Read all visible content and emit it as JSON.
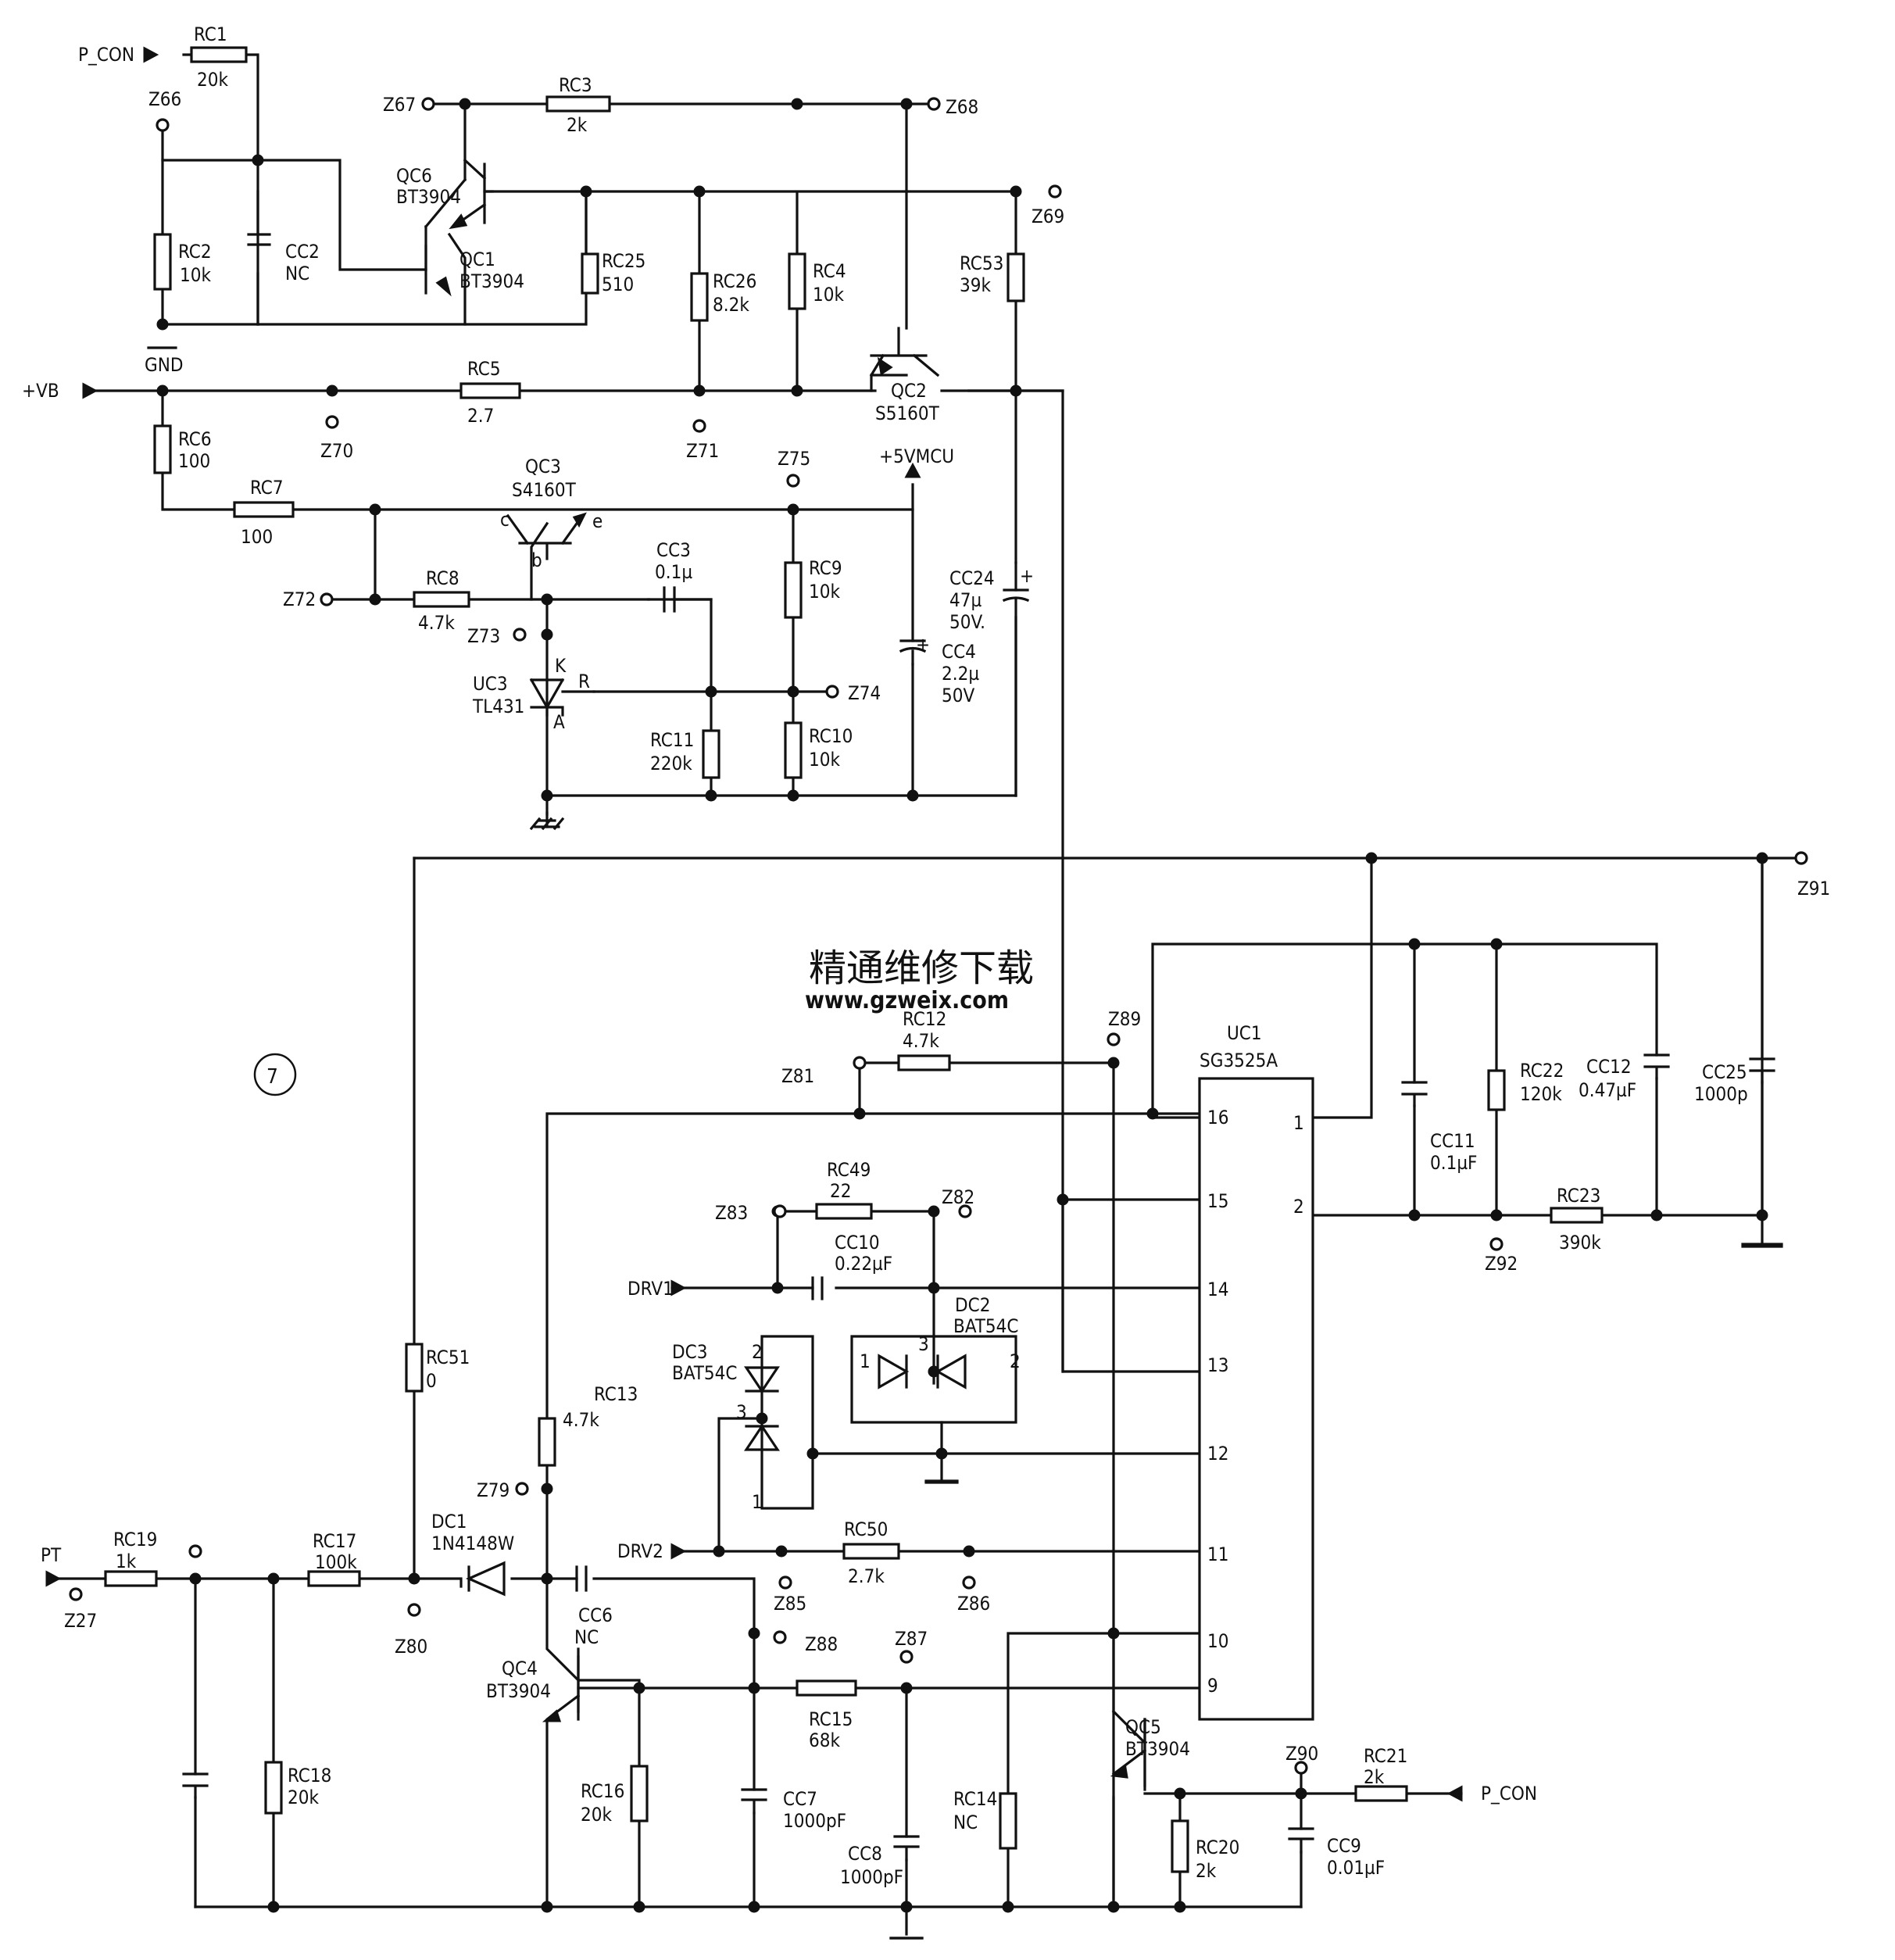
{
  "page_number": "⑦",
  "watermark": {
    "line1": "精通维修下载",
    "line2": "www.gzweix.com",
    "color": "#f2a36a"
  },
  "ports": {
    "p_con_top": "P_CON",
    "vb": "+VB",
    "gnd": "GND",
    "vmcu": "+5VMCU",
    "pt": "PT",
    "drv1": "DRV1",
    "drv2": "DRV2",
    "p_con_bottom": "P_CON"
  },
  "test_points": {
    "z66": "Z66",
    "z67": "Z67",
    "z68": "Z68",
    "z69": "Z69",
    "z70": "Z70",
    "z71": "Z71",
    "z72": "Z72",
    "z73": "Z73",
    "z74": "Z74",
    "z75": "Z75",
    "z27": "Z27",
    "z79": "Z79",
    "z80": "Z80",
    "z81": "Z81",
    "z82": "Z82",
    "z83": "Z83",
    "z85": "Z85",
    "z86": "Z86",
    "z87": "Z87",
    "z88": "Z88",
    "z89": "Z89",
    "z90": "Z90",
    "z91": "Z91",
    "z92": "Z92"
  },
  "resistors": {
    "rc1": {
      "ref": "RC1",
      "val": "20k"
    },
    "rc2": {
      "ref": "RC2",
      "val": "10k"
    },
    "rc3": {
      "ref": "RC3",
      "val": "2k"
    },
    "rc4": {
      "ref": "RC4",
      "val": "10k"
    },
    "rc5": {
      "ref": "RC5",
      "val": "2.7"
    },
    "rc6": {
      "ref": "RC6",
      "val": "100"
    },
    "rc7": {
      "ref": "RC7",
      "val": "100"
    },
    "rc8": {
      "ref": "RC8",
      "val": "4.7k"
    },
    "rc9": {
      "ref": "RC9",
      "val": "10k"
    },
    "rc10": {
      "ref": "RC10",
      "val": "10k"
    },
    "rc11": {
      "ref": "RC11",
      "val": "220k"
    },
    "rc12": {
      "ref": "RC12",
      "val": "4.7k"
    },
    "rc13": {
      "ref": "RC13",
      "val": "4.7k"
    },
    "rc14": {
      "ref": "RC14",
      "val": "NC"
    },
    "rc15": {
      "ref": "RC15",
      "val": "68k"
    },
    "rc16": {
      "ref": "RC16",
      "val": "20k"
    },
    "rc17": {
      "ref": "RC17",
      "val": "100k"
    },
    "rc18": {
      "ref": "RC18",
      "val": "20k"
    },
    "rc19": {
      "ref": "RC19",
      "val": "1k"
    },
    "rc20": {
      "ref": "RC20",
      "val": "2k"
    },
    "rc21": {
      "ref": "RC21",
      "val": "2k"
    },
    "rc22": {
      "ref": "RC22",
      "val": "120k"
    },
    "rc23": {
      "ref": "RC23",
      "val": "390k"
    },
    "rc25": {
      "ref": "RC25",
      "val": "510"
    },
    "rc26": {
      "ref": "RC26",
      "val": "8.2k"
    },
    "rc49": {
      "ref": "RC49",
      "val": "22"
    },
    "rc50": {
      "ref": "RC50",
      "val": "2.7k"
    },
    "rc51": {
      "ref": "RC51",
      "val": "0"
    },
    "rc53": {
      "ref": "RC53",
      "val": "39k"
    }
  },
  "capacitors": {
    "cc2": {
      "ref": "CC2",
      "val": "NC"
    },
    "cc3": {
      "ref": "CC3",
      "val": "0.1µ"
    },
    "cc4": {
      "ref": "CC4",
      "val": "2.2µ",
      "val2": "50V"
    },
    "cc6": {
      "ref": "CC6",
      "val": "NC"
    },
    "cc7": {
      "ref": "CC7",
      "val": "1000pF"
    },
    "cc8": {
      "ref": "CC8",
      "val": "1000pF"
    },
    "cc9": {
      "ref": "CC9",
      "val": "0.01µF"
    },
    "cc10": {
      "ref": "CC10",
      "val": "0.22µF"
    },
    "cc11": {
      "ref": "CC11",
      "val": "0.1µF"
    },
    "cc12": {
      "ref": "CC12",
      "val": "0.47µF"
    },
    "cc24": {
      "ref": "CC24",
      "val": "47µ",
      "val2": "50V."
    },
    "cc25": {
      "ref": "CC25",
      "val": "1000p"
    }
  },
  "transistors": {
    "qc1": {
      "ref": "QC1",
      "part": "BT3904"
    },
    "qc2": {
      "ref": "QC2",
      "part": "S5160T"
    },
    "qc3": {
      "ref": "QC3",
      "part": "S4160T",
      "pin_c": "c",
      "pin_e": "e",
      "pin_b": "b"
    },
    "qc4": {
      "ref": "QC4",
      "part": "BT3904"
    },
    "qc5": {
      "ref": "QC5",
      "part": "BT3904"
    },
    "qc6": {
      "ref": "QC6",
      "part": "BT3904"
    }
  },
  "diodes": {
    "dc1": {
      "ref": "DC1",
      "part": "1N4148W"
    },
    "dc2": {
      "ref": "DC2",
      "part": "BAT54C",
      "pin1": "1",
      "pin2": "2",
      "pin3": "3"
    },
    "dc3": {
      "ref": "DC3",
      "part": "BAT54C",
      "pin1": "1",
      "pin2": "2",
      "pin3": "3"
    },
    "uc3": {
      "ref": "UC3",
      "part": "TL431",
      "pin_k": "K",
      "pin_r": "R",
      "pin_a": "A"
    }
  },
  "ic": {
    "ref": "UC1",
    "part": "SG3525A",
    "left_pins": [
      "16",
      "15",
      "14",
      "13",
      "12",
      "11",
      "10",
      "9"
    ],
    "right_pins": [
      "1",
      "2"
    ]
  }
}
